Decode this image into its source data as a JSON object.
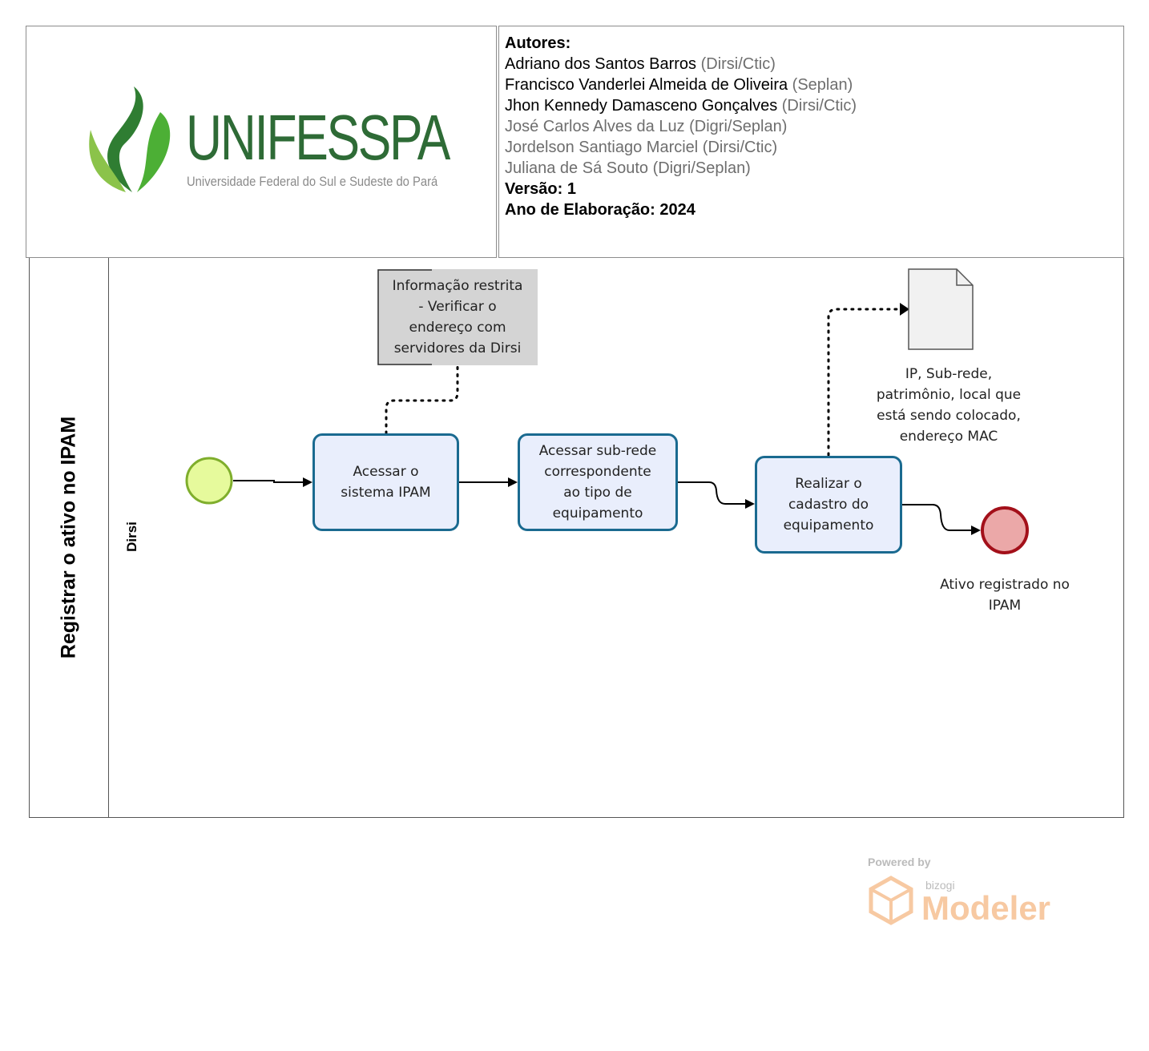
{
  "header": {
    "logo": {
      "word": "UNIFESSPA",
      "subtitle": "Universidade Federal do Sul e Sudeste do Pará"
    },
    "authors_title": "Autores:",
    "authors": [
      {
        "name": "Adriano dos Santos Barros",
        "dept": " (Dirsi/Ctic)"
      },
      {
        "name": "Francisco Vanderlei Almeida de Oliveira",
        "dept": " (Seplan)"
      },
      {
        "name": "Jhon Kennedy Damasceno Gonçalves",
        "dept": " (Dirsi/Ctic)"
      },
      {
        "name": "José Carlos Alves da Luz (Digri/Seplan)",
        "dept": ""
      },
      {
        "name": "Jordelson Santiago Marciel (Dirsi/Ctic)",
        "dept": ""
      },
      {
        "name": "Juliana de Sá Souto (Digri/Seplan)",
        "dept": ""
      }
    ],
    "version": "Versão: 1",
    "year": "Ano de Elaboração: 2024"
  },
  "pool": {
    "title": "Registrar o ativo no IPAM",
    "lane": "Dirsi"
  },
  "annotation": {
    "lines": [
      "Informação restrita",
      "- Verificar o",
      "endereço com",
      "servidores da Dirsi"
    ]
  },
  "tasks": [
    {
      "lines": [
        "Acessar o",
        "sistema IPAM"
      ]
    },
    {
      "lines": [
        "Acessar sub-rede",
        "correspondente",
        "ao tipo de",
        "equipamento"
      ]
    },
    {
      "lines": [
        "Realizar o",
        "cadastro do",
        "equipamento"
      ]
    }
  ],
  "data_object_label": [
    "IP, Sub-rede,",
    "patrimônio, local que",
    "está sendo colocado,",
    "endereço MAC"
  ],
  "end_event_label": [
    "Ativo registrado no",
    "IPAM"
  ],
  "watermark": {
    "powered_by": "Powered by",
    "brand": "bizogi",
    "product": "Modeler"
  },
  "colors": {
    "start_event_fill": "#e6fa9c",
    "start_event_stroke": "#7fae2c",
    "end_event_fill": "#eba8a8",
    "end_event_stroke": "#a3101a",
    "task_fill": "#e9eefc",
    "task_stroke": "#1a6a90",
    "logo_dark_green": "#2e6b36",
    "logo_light_green": "#8bc34a",
    "watermark_orange": "#f7c9a2"
  }
}
